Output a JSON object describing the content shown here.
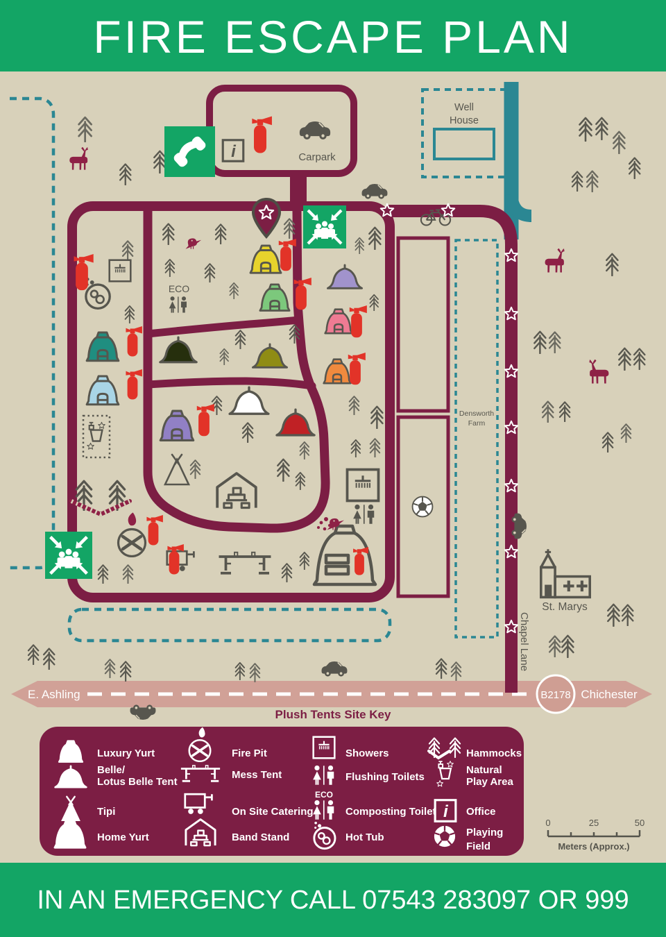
{
  "header": {
    "title": "FIRE ESCAPE PLAN"
  },
  "map": {
    "carpark": "Carpark",
    "well_house_1": "Well",
    "well_house_2": "House",
    "eco": "ECO",
    "densworth_1": "Densworth",
    "densworth_2": "Farm",
    "chapel_lane": "Chapel Lane",
    "st_marys": "St. Marys",
    "e_ashling": "E. Ashling",
    "road_ref": "B2178",
    "chichester": "Chichester"
  },
  "legend": {
    "title": "Plush Tents Site Key",
    "eco": "ECO",
    "items": [
      {
        "icon": "luxury-yurt-icon",
        "label": "Luxury Yurt"
      },
      {
        "icon": "belle-tent-icon",
        "label": "Belle/",
        "label2": "Lotus Belle Tent"
      },
      {
        "icon": "tipi-icon",
        "label": "Tipi"
      },
      {
        "icon": "home-yurt-icon",
        "label": "Home Yurt"
      },
      {
        "icon": "fire-pit-icon",
        "label": "Fire Pit"
      },
      {
        "icon": "mess-tent-icon",
        "label": "Mess Tent"
      },
      {
        "icon": "catering-icon",
        "label": "On Site Catering"
      },
      {
        "icon": "band-stand-icon",
        "label": "Band Stand"
      },
      {
        "icon": "showers-icon",
        "label": "Showers"
      },
      {
        "icon": "flushing-toilets-icon",
        "label": "Flushing Toilets"
      },
      {
        "icon": "composting-toilet-icon",
        "label": "Composting Toilet"
      },
      {
        "icon": "hot-tub-icon",
        "label": "Hot Tub"
      },
      {
        "icon": "hammocks-icon",
        "label": "Hammocks"
      },
      {
        "icon": "play-area-icon",
        "label": "Natural",
        "label2": "Play Area"
      },
      {
        "icon": "office-icon",
        "label": "Office"
      },
      {
        "icon": "playing-field-icon",
        "label": "Playing",
        "label2": "Field"
      }
    ]
  },
  "scalebar": {
    "start": "0",
    "mid": "25",
    "end": "50",
    "caption": "Meters (Approx.)"
  },
  "footer": {
    "text": "IN AN EMERGENCY CALL 07543 283097 OR 999"
  },
  "colors": {
    "banner_green": "#13a565",
    "site_maroon": "#7c1e44",
    "route_teal": "#2b8793",
    "background_beige": "#d8d1ba",
    "road_pink": "#d1a197",
    "extinguisher_red": "#e23328",
    "icon_gray": "#57564e",
    "accent_maroon": "#8e2146"
  }
}
